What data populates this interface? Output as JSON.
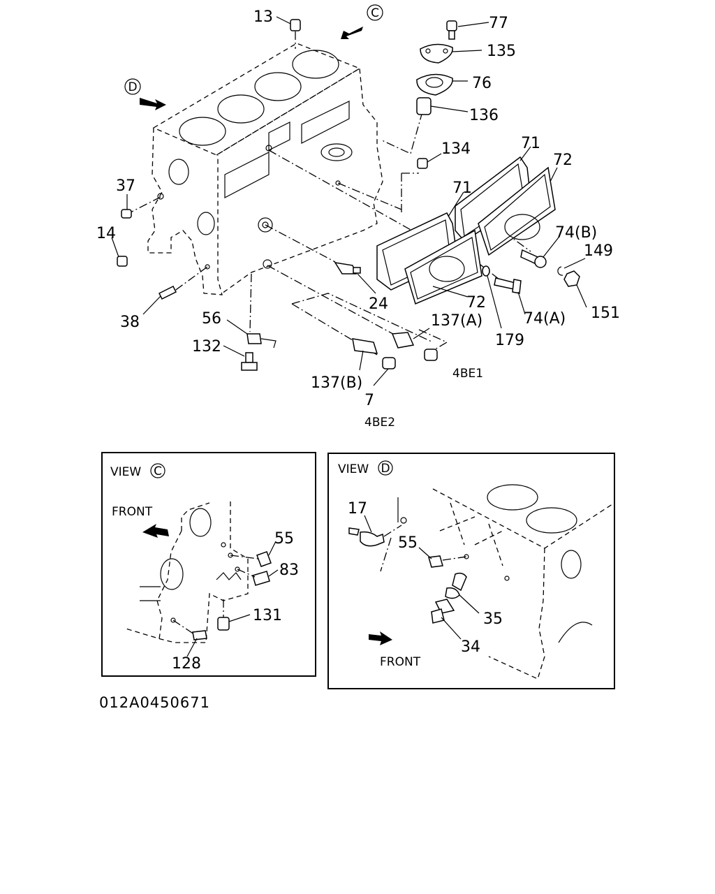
{
  "drawing_code": "012A0450671",
  "variants": {
    "v1": "4BE1",
    "v2": "4BE2"
  },
  "view_markers": {
    "c": "C",
    "d": "D"
  },
  "views": {
    "c": {
      "prefix": "VIEW",
      "letter": "C",
      "front_label": "FRONT"
    },
    "d": {
      "prefix": "VIEW",
      "letter": "D",
      "front_label": "FRONT"
    }
  },
  "callouts": {
    "p13": "13",
    "p77": "77",
    "p135": "135",
    "p76": "76",
    "p136": "136",
    "p134": "134",
    "p71a": "71",
    "p72a": "72",
    "p71b": "71",
    "p72b": "72",
    "p74b": "74(B)",
    "p149": "149",
    "p151": "151",
    "p74a": "74(A)",
    "p179": "179",
    "p37": "37",
    "p14": "14",
    "p38": "38",
    "p24": "24",
    "p56": "56",
    "p132": "132",
    "p137a": "137(A)",
    "p137b": "137(B)",
    "p7": "7"
  },
  "view_c_callouts": {
    "p55": "55",
    "p83": "83",
    "p131": "131",
    "p128": "128"
  },
  "view_d_callouts": {
    "p17": "17",
    "p55": "55",
    "p35": "35",
    "p34": "34"
  }
}
